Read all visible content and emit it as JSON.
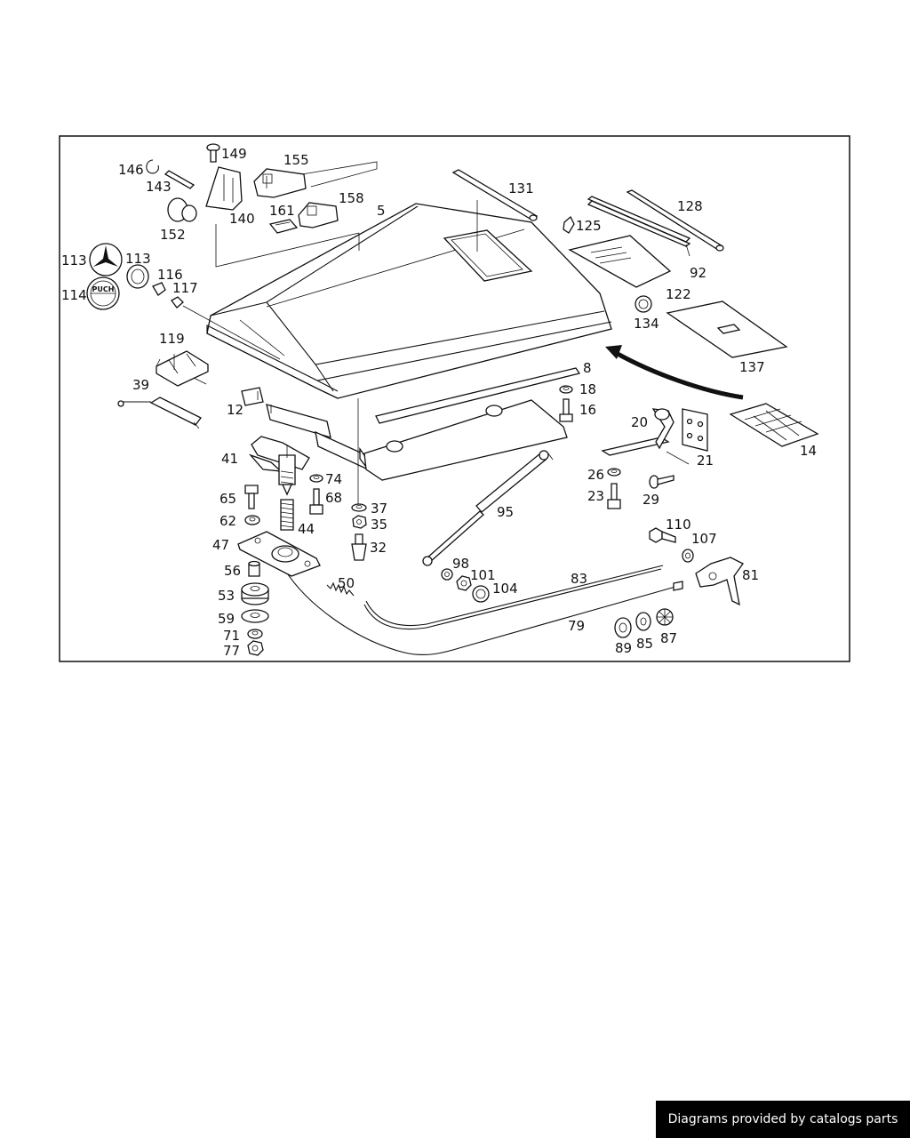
{
  "footer": {
    "text": "Diagrams provided by catalogs parts"
  },
  "logos": {
    "mercedes_star": "mercedes-star-emblem",
    "puch": "PUCH"
  },
  "callouts": {
    "c5": "5",
    "c8": "8",
    "c12": "12",
    "c14": "14",
    "c16": "16",
    "c18": "18",
    "c20": "20",
    "c21": "21",
    "c23": "23",
    "c26": "26",
    "c29": "29",
    "c32": "32",
    "c35": "35",
    "c37": "37",
    "c39": "39",
    "c41": "41",
    "c44": "44",
    "c47": "47",
    "c50": "50",
    "c53": "53",
    "c56": "56",
    "c59": "59",
    "c62": "62",
    "c65": "65",
    "c68": "68",
    "c71": "71",
    "c74": "74",
    "c77": "77",
    "c79": "79",
    "c81": "81",
    "c83": "83",
    "c85": "85",
    "c87": "87",
    "c89": "89",
    "c92": "92",
    "c95": "95",
    "c98": "98",
    "c101": "101",
    "c104": "104",
    "c107": "107",
    "c110": "110",
    "c113a": "113",
    "c113b": "113",
    "c114": "114",
    "c116": "116",
    "c117": "117",
    "c119": "119",
    "c122": "122",
    "c125": "125",
    "c128": "128",
    "c131": "131",
    "c134": "134",
    "c137": "137",
    "c140": "140",
    "c143": "143",
    "c146": "146",
    "c149": "149",
    "c152": "152",
    "c155": "155",
    "c158": "158",
    "c161": "161"
  }
}
